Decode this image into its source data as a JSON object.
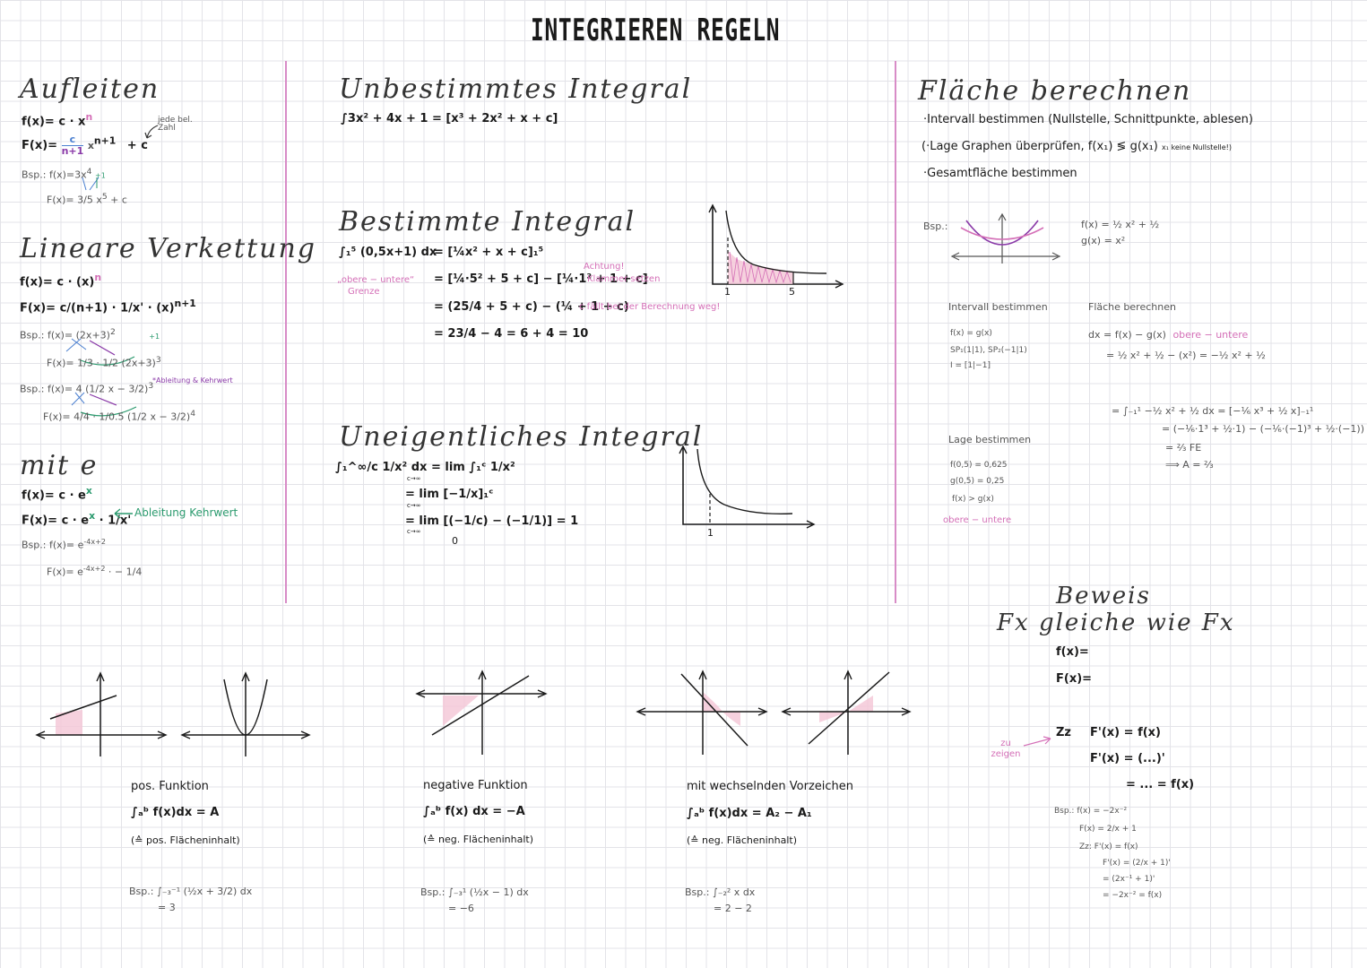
{
  "title": "INTEGRIEREN REGELN",
  "aufleiten": {
    "heading": "Aufleiten",
    "line1": "f(x)= c · x",
    "line1_exp": "n",
    "line2a": "F(x)=",
    "line2_frac_num": "c",
    "line2_frac_den": "n+1",
    "line2_x": "x",
    "line2_exp": "n+1",
    "line2_plus": "+ c",
    "note": "jede bel. Zahl",
    "ex1": "Bsp.: f(x)=3x",
    "ex1_exp": "4",
    "ex2": "F(x)= 3/5 x",
    "ex2_exp": "5",
    "ex2_c": "+ c",
    "plus1": "+1"
  },
  "linear": {
    "heading": "Lineare Verkettung",
    "line1": "f(x)= c · (x)",
    "line1_exp": "n",
    "line2": "F(x)= c/(n+1) · 1/x' · (x)",
    "line2_exp": "n+1",
    "ex1": "Bsp.: f(x)= (2x+3)",
    "ex1_exp": "2",
    "ex1_F": "F(x)= 1/3 · 1/2 (2x+3)",
    "ex1_F_exp": "3",
    "plus1": "+1",
    "ex2": "Bsp.: f(x)= 4 (1/2 x − 3/2)",
    "ex2_exp": "3",
    "ex2_F": "F(x)= 4/4 · 1/0.5 (1/2 x − 3/2)",
    "ex2_F_exp": "4",
    "note": "*Ableitung & Kehrwert"
  },
  "e": {
    "heading": "mit e",
    "line1": "f(x)= c · e",
    "line1_exp": "x",
    "line2": "F(x)= c · e",
    "line2_exp": "x",
    "line2_tail": "· 1/x'",
    "arrow_note": "Ableitung  Kehrwert",
    "ex1": "Bsp.: f(x)= e",
    "ex1_exp": "-4x+2",
    "ex2": "F(x)= e",
    "ex2_exp": "-4x+2",
    "ex2_tail": "· − 1/4"
  },
  "unbestimmt": {
    "heading": "Unbestimmtes Integral",
    "line": "∫3x² + 4x + 1 = [x³ + 2x² + x + c]"
  },
  "bestimmt": {
    "heading": "Bestimmte Integral",
    "l1a": "∫₁⁵ (0,5x+1) dx",
    "l1b": "= [¼x² + x + c]₁⁵",
    "l2": "= [¼·5² + 5 + c] − [¼·1² + 1 + c]",
    "l3": "= (25/4 + 5 + c) − (¼ + 1 + c)",
    "l4": "= 23/4 − 4   = 6 + 4 = 10",
    "note_grenze1": "„obere − untere“",
    "note_grenze2": "Grenze",
    "note_achtung1": "Achtung!",
    "note_achtung2": "Klammer setzen",
    "note_c": "c fällt bei der Berechnung weg!",
    "graph_x1": "1",
    "graph_x2": "5"
  },
  "uneigentlich": {
    "heading": "Uneigentliches Integral",
    "l1": "∫₁^∞/c 1/x² dx = lim ∫₁ᶜ 1/x²",
    "l1_sub": "c→∞",
    "l2": "= lim [−1/x]₁ᶜ",
    "l2_sub": "c→∞",
    "l3": "= lim [(−1/c) − (−1/1)] = 1",
    "l3_sub": "c→∞",
    "l4": "0",
    "graph_x": "1"
  },
  "flaeche": {
    "heading": "Fläche berechnen",
    "step1": "·Intervall bestimmen (Nullstelle, Schnittpunkte, ablesen)",
    "step2a": "(·Lage Graphen überprüfen, f(x₁) ≶ g(x₁)",
    "step2b": "x₁ keine Nullstelle!)",
    "step3": "·Gesamtfläche bestimmen",
    "bsp": "Bsp.:",
    "fdef": "f(x) = ½ x² + ½",
    "gdef": "g(x) = x²",
    "int_title": "Intervall bestimmen",
    "int1": "f(x) = g(x)",
    "int2": "SP₁(1|1), SP₂(−1|1)",
    "int3": "I = [1|−1]",
    "fl_title": "Fläche berechnen",
    "fl1": "dx = f(x) − g(x)",
    "fl1_note": "obere − untere",
    "fl2": "= ½ x² + ½ − (x²) = −½ x² + ½",
    "fl3": "= ∫₋₁¹ −½ x² + ½ dx = [−⅙ x³ + ½ x]₋₁¹",
    "fl4": "= (−⅙·1³ + ½·1) − (−⅙·(−1)³ + ½·(−1))",
    "fl5": "= ⅔  FE",
    "fl6": "⟹ A = ⅔",
    "lage_title": "Lage bestimmen",
    "lage1": "f(0,5) = 0,625",
    "lage2": "g(0,5) = 0,25",
    "lage3": "f(x) > g(x)",
    "lage4": "obere − untere"
  },
  "beweis": {
    "heading1": "Beweis",
    "heading2": "Fx gleiche wie Fx",
    "f": "f(x)=",
    "F": "F(x)=",
    "zz": "Zz",
    "zz1": "F'(x) = f(x)",
    "zz2": "F'(x) = (...)'",
    "zz3": "=  ...      = f(x)",
    "zu_zeigen": "zu zeigen",
    "ex1": "Bsp.: f(x) = −2x⁻²",
    "ex2": "F(x) = 2/x + 1",
    "ex3": "Zz: F'(x) = f(x)",
    "ex4": "F'(x) = (2/x + 1)'",
    "ex5": "= (2x⁻¹ + 1)'",
    "ex6": "= −2x⁻² = f(x)"
  },
  "cases": [
    {
      "label": "pos. Funktion",
      "formula": "∫ₐᵇ f(x)dx = A",
      "note": "(≙ pos. Flächeninhalt)",
      "bsp": "Bsp.: ∫₋₃⁻¹ (½x + 3/2) dx",
      "result": "= 3"
    },
    {
      "label": "negative Funktion",
      "formula": "∫ₐᵇ f(x) dx = −A",
      "note": "(≙ neg. Flächeninhalt)",
      "bsp": "Bsp.: ∫₋₃¹ (½x − 1) dx",
      "result": "= −6"
    },
    {
      "label": "mit wechselnden Vorzeichen",
      "formula": "∫ₐᵇ f(x)dx = A₂ − A₁",
      "note": "(≙ neg. Flächeninhalt)",
      "bsp": "Bsp.: ∫₋₂² x dx",
      "result": "= 2 − 2"
    }
  ],
  "colors": {
    "pink": "#d46fb7",
    "green": "#2b9a6e",
    "purple": "#8a3aa8",
    "blue": "#4a7fd0",
    "shade": "#f4c6d6"
  }
}
